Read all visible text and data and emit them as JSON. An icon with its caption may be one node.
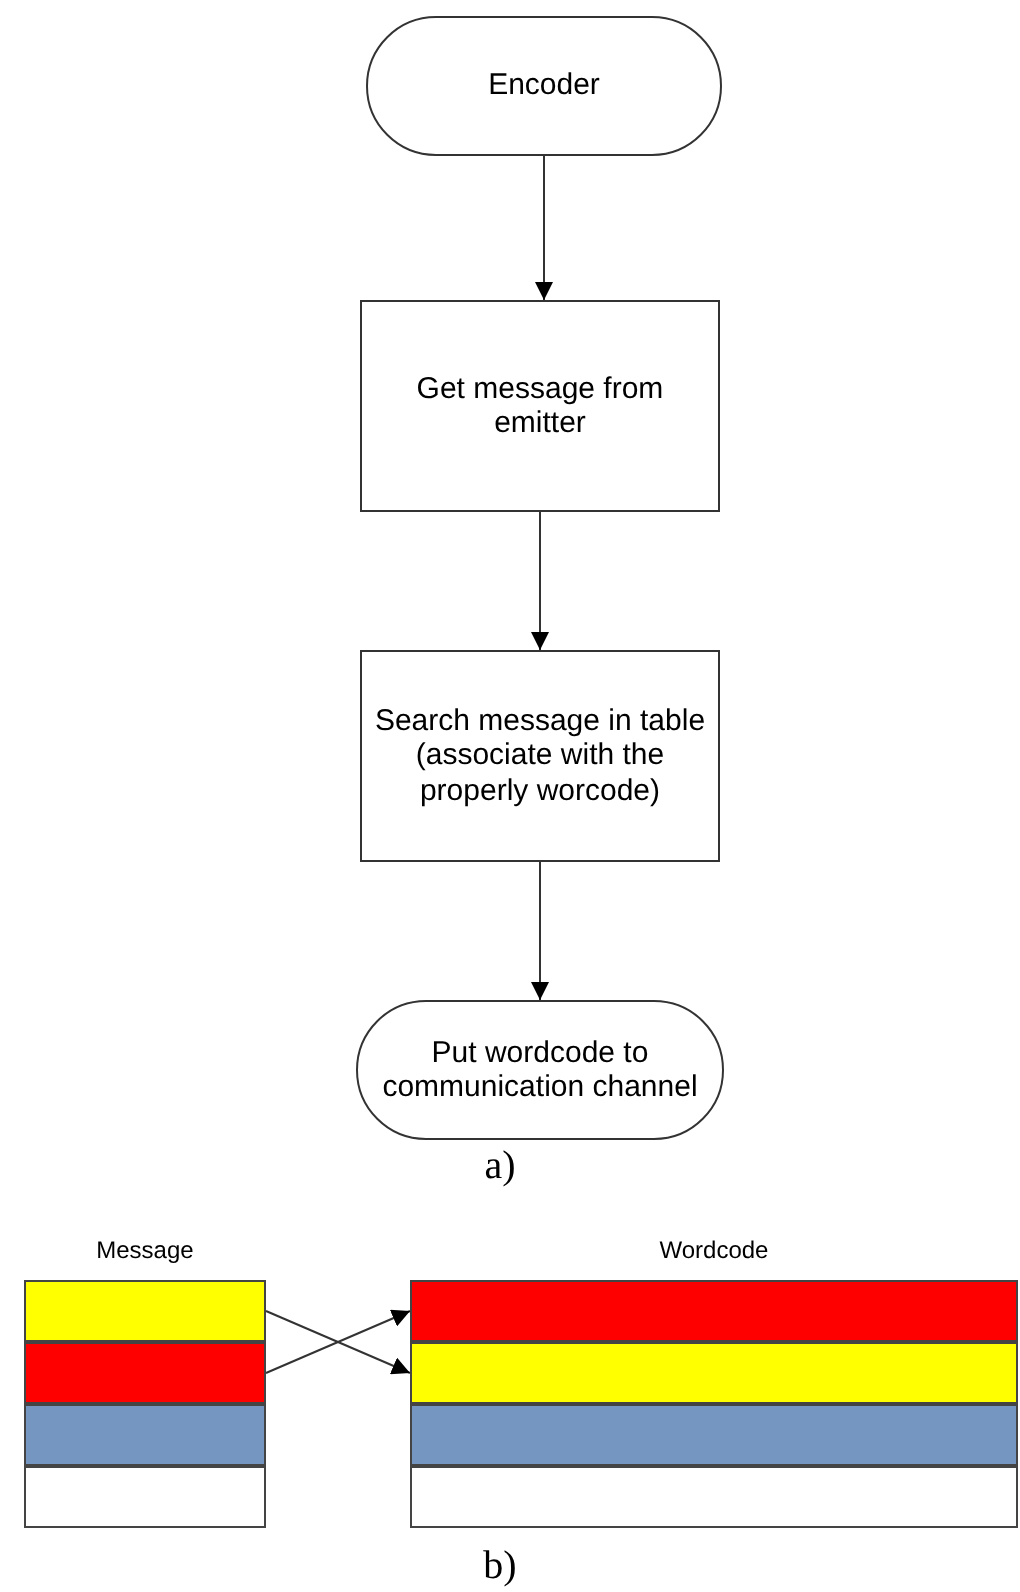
{
  "diagram": {
    "nodes": [
      {
        "text": [
          "Encoder"
        ]
      },
      {
        "text": [
          "Get message from emitter"
        ]
      },
      {
        "text": [
          "Search message in table (associate with the properly worcode)"
        ]
      },
      {
        "text": [
          "Put wordcode to communication channel"
        ]
      },
      {
        "text": [
          "Message"
        ]
      },
      {
        "text": [],
        "shape": "bar",
        "in": 4
      },
      {
        "text": [],
        "shape": "bar",
        "in": 4
      },
      {
        "text": [],
        "shape": "bar",
        "in": 4
      },
      {
        "text": [],
        "shape": "bar",
        "in": 4
      },
      {
        "text": [
          "Wordcode"
        ]
      },
      {
        "text": [],
        "shape": "bar",
        "in": 9
      },
      {
        "text": [],
        "shape": "bar",
        "in": 9
      },
      {
        "text": [],
        "shape": "bar",
        "in": 9
      },
      {
        "text": [],
        "shape": "bar",
        "in": 9
      }
    ],
    "edges": [
      {
        "from": 0,
        "to": 1,
        "arrow": "to"
      },
      {
        "from": 1,
        "to": 2,
        "arrow": "to"
      },
      {
        "from": 2,
        "to": 3,
        "arrow": "to"
      },
      {
        "from": 5,
        "to": 11,
        "arrow": "to"
      },
      {
        "from": 6,
        "to": 10,
        "arrow": "to"
      }
    ],
    "labels": [
      "a)",
      "b)"
    ]
  }
}
